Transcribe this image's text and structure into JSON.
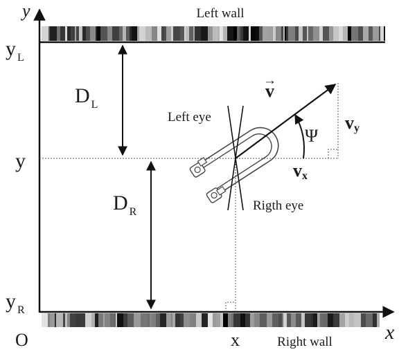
{
  "walls": {
    "left_label": "Left wall",
    "right_label": "Right wall"
  },
  "axes": {
    "y_axis": "y",
    "x_axis": "x",
    "origin": "O",
    "y_left_main": "y",
    "y_left_sub": "L",
    "y_right_main": "y",
    "y_right_sub": "R",
    "y_position": "y",
    "x_position": "x"
  },
  "distances": {
    "d_left_main": "D",
    "d_left_sub": "L",
    "d_right_main": "D",
    "d_right_sub": "R"
  },
  "robot": {
    "left_eye_label": "Left eye",
    "right_eye_label": "Rigth eye"
  },
  "vectors": {
    "velocity": "v",
    "velocity_arrow": "→",
    "vx_main": "v",
    "vx_sub": "x",
    "vy_main": "v",
    "vy_sub": "y",
    "angle": "Ψ"
  }
}
